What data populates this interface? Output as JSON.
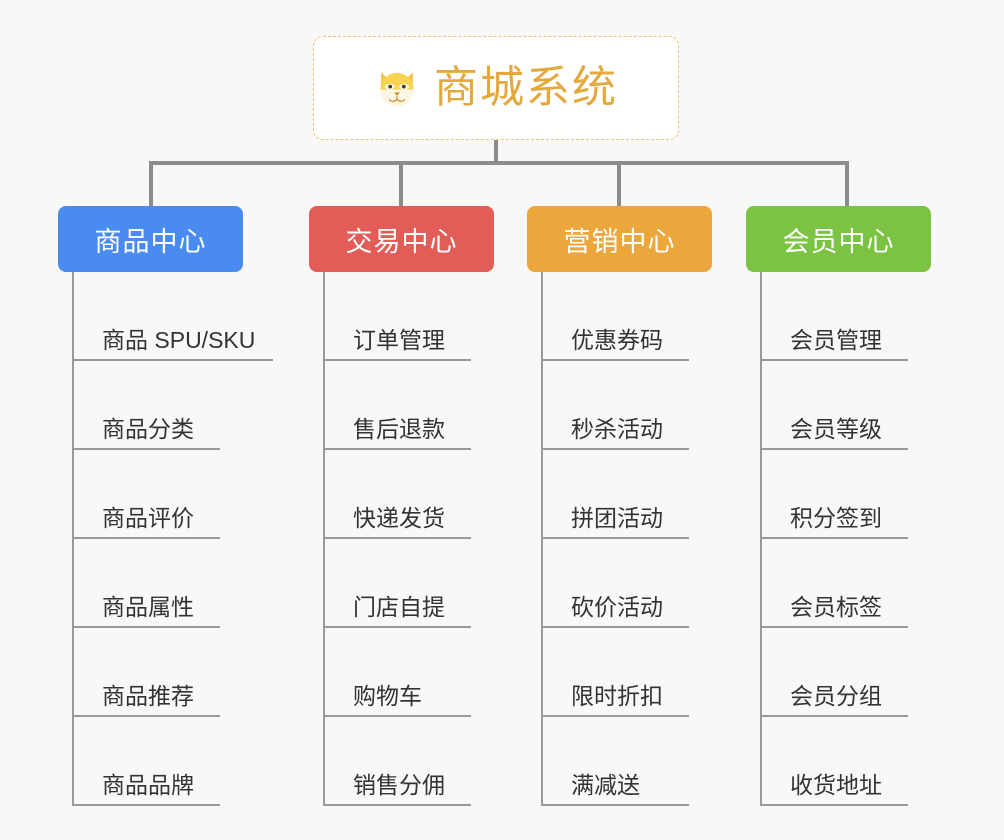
{
  "page": {
    "background_color": "#f8f8f8",
    "line_color": "#8c8c8c"
  },
  "root": {
    "title": "商城系统",
    "icon": "shiba-dog-emoji",
    "emoji": "🐕",
    "text_color": "#e3a93f",
    "border_color": "#f0c070",
    "background": "#ffffff"
  },
  "branches": [
    {
      "label": "商品中心",
      "color": "#4a8bf0",
      "items": [
        "商品 SPU/SKU",
        "商品分类",
        "商品评价",
        "商品属性",
        "商品推荐",
        "商品品牌"
      ]
    },
    {
      "label": "交易中心",
      "color": "#e25c58",
      "items": [
        "订单管理",
        "售后退款",
        "快递发货",
        "门店自提",
        "购物车",
        "销售分佣"
      ]
    },
    {
      "label": "营销中心",
      "color": "#eba73c",
      "items": [
        "优惠券码",
        "秒杀活动",
        "拼团活动",
        "砍价活动",
        "限时折扣",
        "满减送"
      ]
    },
    {
      "label": "会员中心",
      "color": "#7cc243",
      "items": [
        "会员管理",
        "会员等级",
        "积分签到",
        "会员标签",
        "会员分组",
        "收货地址"
      ]
    }
  ]
}
